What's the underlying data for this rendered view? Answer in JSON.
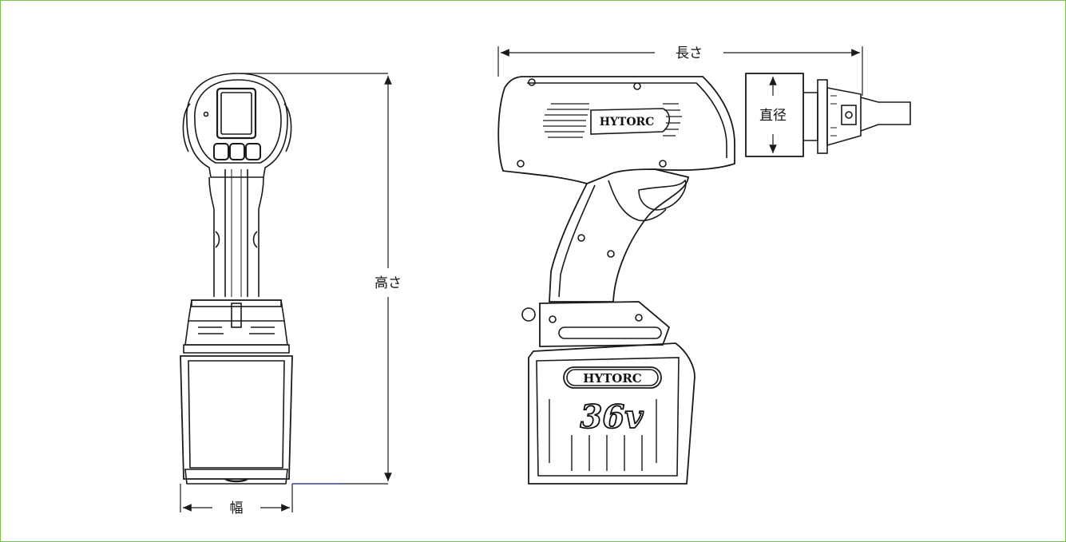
{
  "dimensions": {
    "length": "長さ",
    "diameter": "直径",
    "height": "高さ",
    "width": "幅"
  },
  "branding": {
    "logo_text": "HYTORC",
    "battery_voltage": "36v"
  },
  "colors": {
    "frame_border": "#7cbf4a",
    "line": "#1a1a1a",
    "accent_line": "#2a3fb0"
  }
}
